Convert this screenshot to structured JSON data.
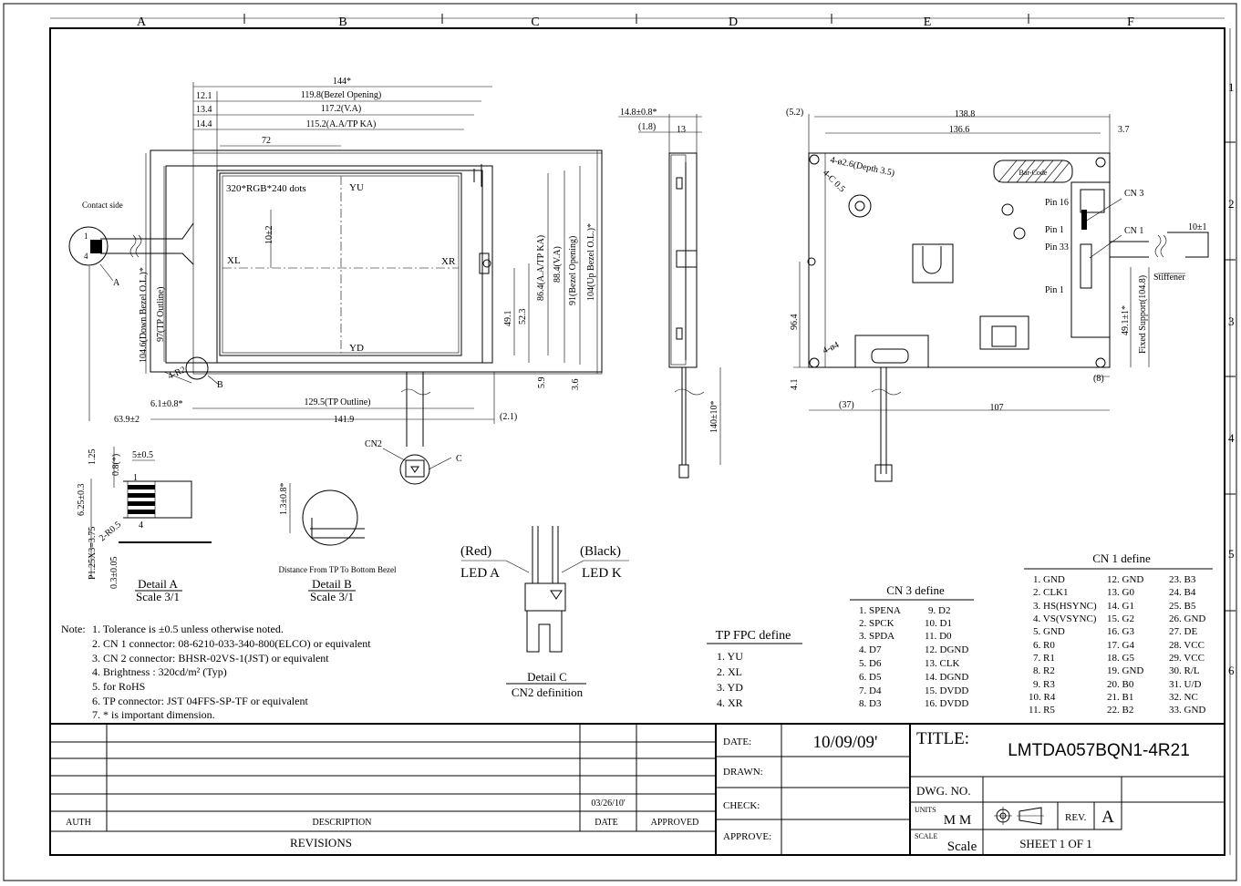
{
  "border": {
    "columns": [
      "A",
      "B",
      "C",
      "D",
      "E",
      "F"
    ],
    "rows": [
      "1",
      "2",
      "3",
      "4",
      "5",
      "6"
    ]
  },
  "front_view": {
    "dims": {
      "overall_width": "144*",
      "bezel_opening_w": "119.8(Bezel Opening)",
      "va_w": "117.2(V.A)",
      "aa_tp_ka_w": "115.2(A.A/TP KA)",
      "offset_12_1": "12.1",
      "offset_13_4": "13.4",
      "offset_14_4": "14.4",
      "center_72": "72",
      "resolution": "320*RGB*240 dots",
      "yu": "YU",
      "yd": "YD",
      "xl": "XL",
      "xr": "XR",
      "center_10": "10±2",
      "tp_outline_h": "97(TP Outline)",
      "down_bezel_h": "104.6(Down Bezel O.L.)*",
      "aa_tp_ka_h": "86.4(A.A/TP KA)",
      "va_h": "88.4(V.A)",
      "bezel_opening_h": "91(Bezel Opening)",
      "up_bezel_h": "104(Up Bezel O.L.)*",
      "d_49_1": "49.1",
      "d_52_3": "52.3",
      "d_5_9": "5.9",
      "d_3_6": "3.6",
      "tp_outline_w": "129.5(TP Outline)",
      "width_141_9": "141.9",
      "d_6_1": "6.1±0.8*",
      "d_63_9": "63.9±2",
      "d_2_1": "(2.1)",
      "hole_r": "4-R2",
      "contact_side": "Contact side",
      "contact_1": "1",
      "contact_4": "4",
      "label_a": "A",
      "label_b": "B",
      "label_c": "C",
      "cn2": "CN2"
    }
  },
  "side_view": {
    "d_14_8": "14.8±0.8*",
    "d_1_8": "(1.8)",
    "d_13": "13",
    "d_140": "140±10*"
  },
  "rear_view": {
    "d_5_2": "(5.2)",
    "d_138_8": "138.8",
    "d_136_6": "136.6",
    "d_3_7": "3.7",
    "holes": "4-ø2.6(Depth 3.5)",
    "c_0_5": "4-C 0.5",
    "bar_code": "Bar-Code",
    "pin16": "Pin 16",
    "pin1_top": "Pin 1",
    "pin33": "Pin 33",
    "pin1_bottom": "Pin 1",
    "cn3": "CN 3",
    "cn1": "CN 1",
    "d_10": "10±1",
    "stiffener": "Stiffener",
    "fixed_support": "Fixed Support(104.8)",
    "d_49_1": "49.1±1*",
    "d_96_4": "96.4",
    "hole4": "4-ø4",
    "d_4_1": "4.1",
    "d_37": "(37)",
    "d_107": "107",
    "d_8": "(8)"
  },
  "detail_a": {
    "d_1_25": "1.25",
    "d_0_8": "0.8(*)",
    "d_5": "5±0.5",
    "d_6_25": "6.25±0.3",
    "d_p": "P1.25X3=3.75",
    "d_r": "2-R0.5",
    "d_0_3": "0.3±0.05",
    "pin1": "1",
    "pin4": "4",
    "title": "Detail A",
    "scale": "Scale 3/1"
  },
  "detail_b": {
    "d_1_3": "1.3±0.8*",
    "caption": "Distance From TP To Bottom Bezel",
    "title": "Detail B",
    "scale": "Scale 3/1"
  },
  "detail_c": {
    "red": "(Red)",
    "led_a": "LED A",
    "black": "(Black)",
    "led_k": "LED K",
    "title": "Detail C",
    "subtitle": "CN2 definition"
  },
  "notes": {
    "prefix": "Note:",
    "items": [
      "1. Tolerance is ±0.5 unless otherwise noted.",
      "2. CN 1 connector: 08-6210-033-340-800(ELCO) or equivalent",
      "3. CN 2 connector: BHSR-02VS-1(JST) or equivalent",
      "4. Brightness : 320cd/m² (Typ)",
      "5. for RoHS",
      "6. TP connector: JST 04FFS-SP-TF or equivalent",
      "7. * is important dimension."
    ]
  },
  "tp_fpc": {
    "title": "TP FPC define",
    "items": [
      "1. YU",
      "2. XL",
      "3. YD",
      "4. XR"
    ]
  },
  "cn3_define": {
    "title": "CN 3 define",
    "col1": [
      "1. SPENA",
      "2. SPCK",
      "3. SPDA",
      "4. D7",
      "5. D6",
      "6. D5",
      "7. D4",
      "8. D3"
    ],
    "col2": [
      "9. D2",
      "10. D1",
      "11. D0",
      "12. DGND",
      "13. CLK",
      "14. DGND",
      "15. DVDD",
      "16. DVDD"
    ]
  },
  "cn1_define": {
    "title": "CN 1 define",
    "col1": [
      "1. GND",
      "2. CLK1",
      "3. HS(HSYNC)",
      "4. VS(VSYNC)",
      "5. GND",
      "6. R0",
      "7. R1",
      "8. R2",
      "9. R3",
      "10. R4",
      "11. R5"
    ],
    "col2": [
      "12. GND",
      "13. G0",
      "14. G1",
      "15. G2",
      "16. G3",
      "17. G4",
      "18. G5",
      "19. GND",
      "20. B0",
      "21. B1",
      "22. B2"
    ],
    "col3": [
      "23. B3",
      "24. B4",
      "25. B5",
      "26. GND",
      "27. DE",
      "28. VCC",
      "29. VCC",
      "30. R/L",
      "31. U/D",
      "32. NC",
      "33. GND"
    ]
  },
  "title_block": {
    "revisions": {
      "date_value": "03/26/10'",
      "auth": "AUTH",
      "description": "DESCRIPTION",
      "date": "DATE",
      "approved": "APPROVED",
      "footer": "REVISIONS"
    },
    "date_label": "DATE:",
    "date_value": "10/09/09'",
    "drawn_label": "DRAWN:",
    "check_label": "CHECK:",
    "approve_label": "APPROVE:",
    "title_label": "TITLE:",
    "title_value": "LMTDA057BQN1-4R21",
    "dwg_no_label": "DWG. NO.",
    "units_label": "UNITS",
    "units_value": "M M",
    "rev_label": "REV.",
    "rev_value": "A",
    "scale_label": "SCALE",
    "scale_value": "Scale",
    "sheet": "SHEET  1  OF  1"
  }
}
